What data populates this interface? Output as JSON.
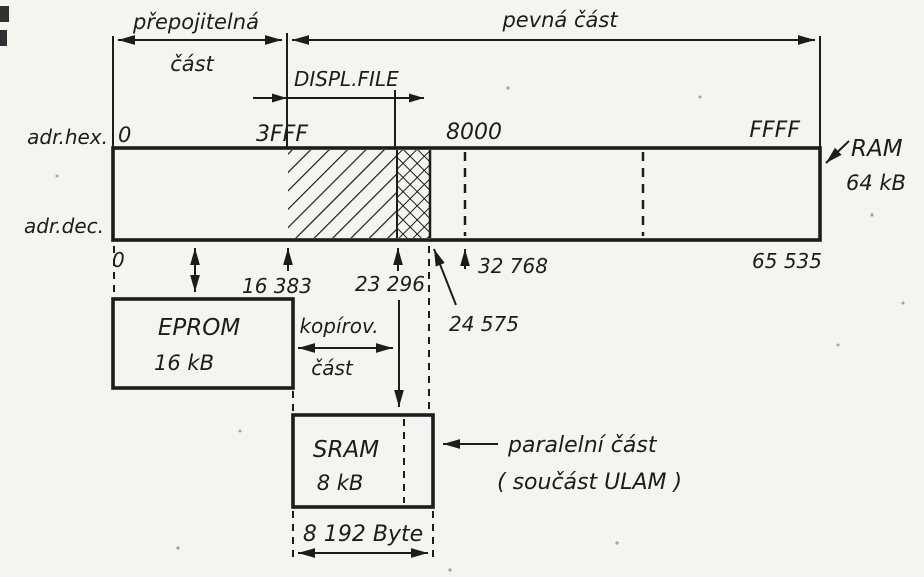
{
  "colors": {
    "ink": "#1c1c1c",
    "paper": "#f5f4ef"
  },
  "dimensions": {
    "switchable_part": {
      "line1": "přepojitelná",
      "line2": "část"
    },
    "fixed_part": "pevná část",
    "display_file": "DISPL.FILE",
    "copy_part": {
      "line1": "kopírov.",
      "line2": "část"
    },
    "sram_size": "8 192 Byte"
  },
  "ram_bar": {
    "hex_row_label": "adr.hex.",
    "dec_row_label": "adr.dec.",
    "hex_addresses": {
      "start": "0",
      "displ_start": "3FFF",
      "mid": "8000",
      "end": "FFFF"
    },
    "dec_addresses": {
      "start": "0",
      "a16383": "16 383",
      "a23296": "23 296",
      "a24575": "24 575",
      "a32768": "32 768",
      "end": "65 535"
    },
    "label": {
      "line1": "RAM",
      "line2": "64 kB"
    }
  },
  "eprom_box": {
    "line1": "EPROM",
    "line2": "16 kB"
  },
  "sram_box": {
    "line1": "SRAM",
    "line2": "8 kB"
  },
  "parallel_note": {
    "line1": "paralelní část",
    "line2": "( součást ULAM )"
  }
}
